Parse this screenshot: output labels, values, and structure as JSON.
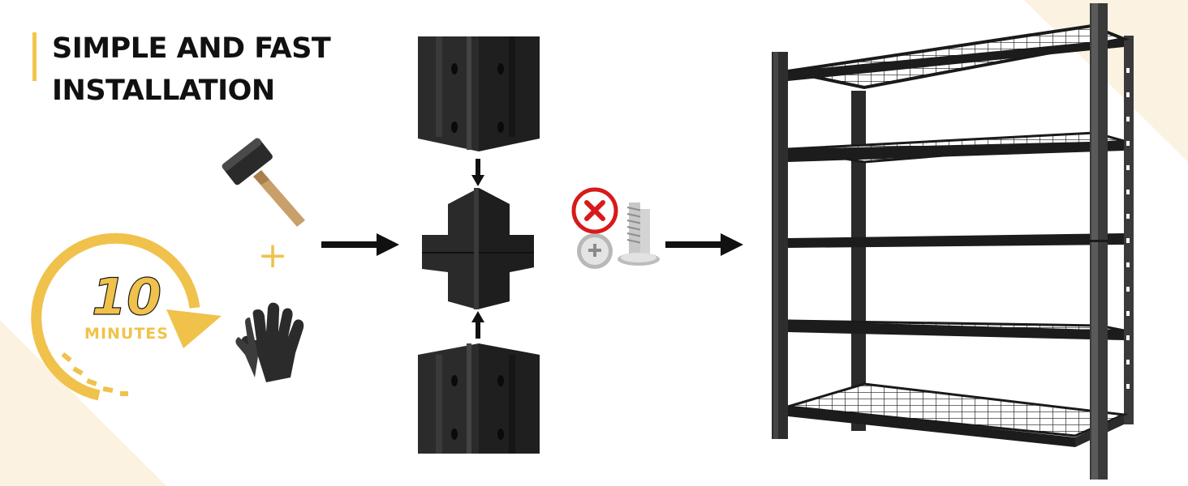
{
  "headline": {
    "line1": "SIMPLE AND FAST",
    "line2": "INSTALLATION"
  },
  "timer": {
    "number": "10",
    "unit": "MINUTES"
  },
  "tools": {
    "plus": "+",
    "icons": [
      "rubber-mallet-icon",
      "work-gloves-icon"
    ]
  },
  "connector": {
    "icons": [
      "upright-post-top",
      "corner-connector",
      "upright-post-bottom"
    ]
  },
  "no_screws": {
    "icon": "cross-mark-icon",
    "item": "screws-icon"
  },
  "product": {
    "icon": "five-tier-metal-shelving-unit",
    "tiers": 5
  },
  "colors": {
    "accent_gold": "#f0c24b",
    "background_cream": "#fbf2e1",
    "metal_black": "#1c1c1c",
    "no_red": "#d81a1a"
  }
}
